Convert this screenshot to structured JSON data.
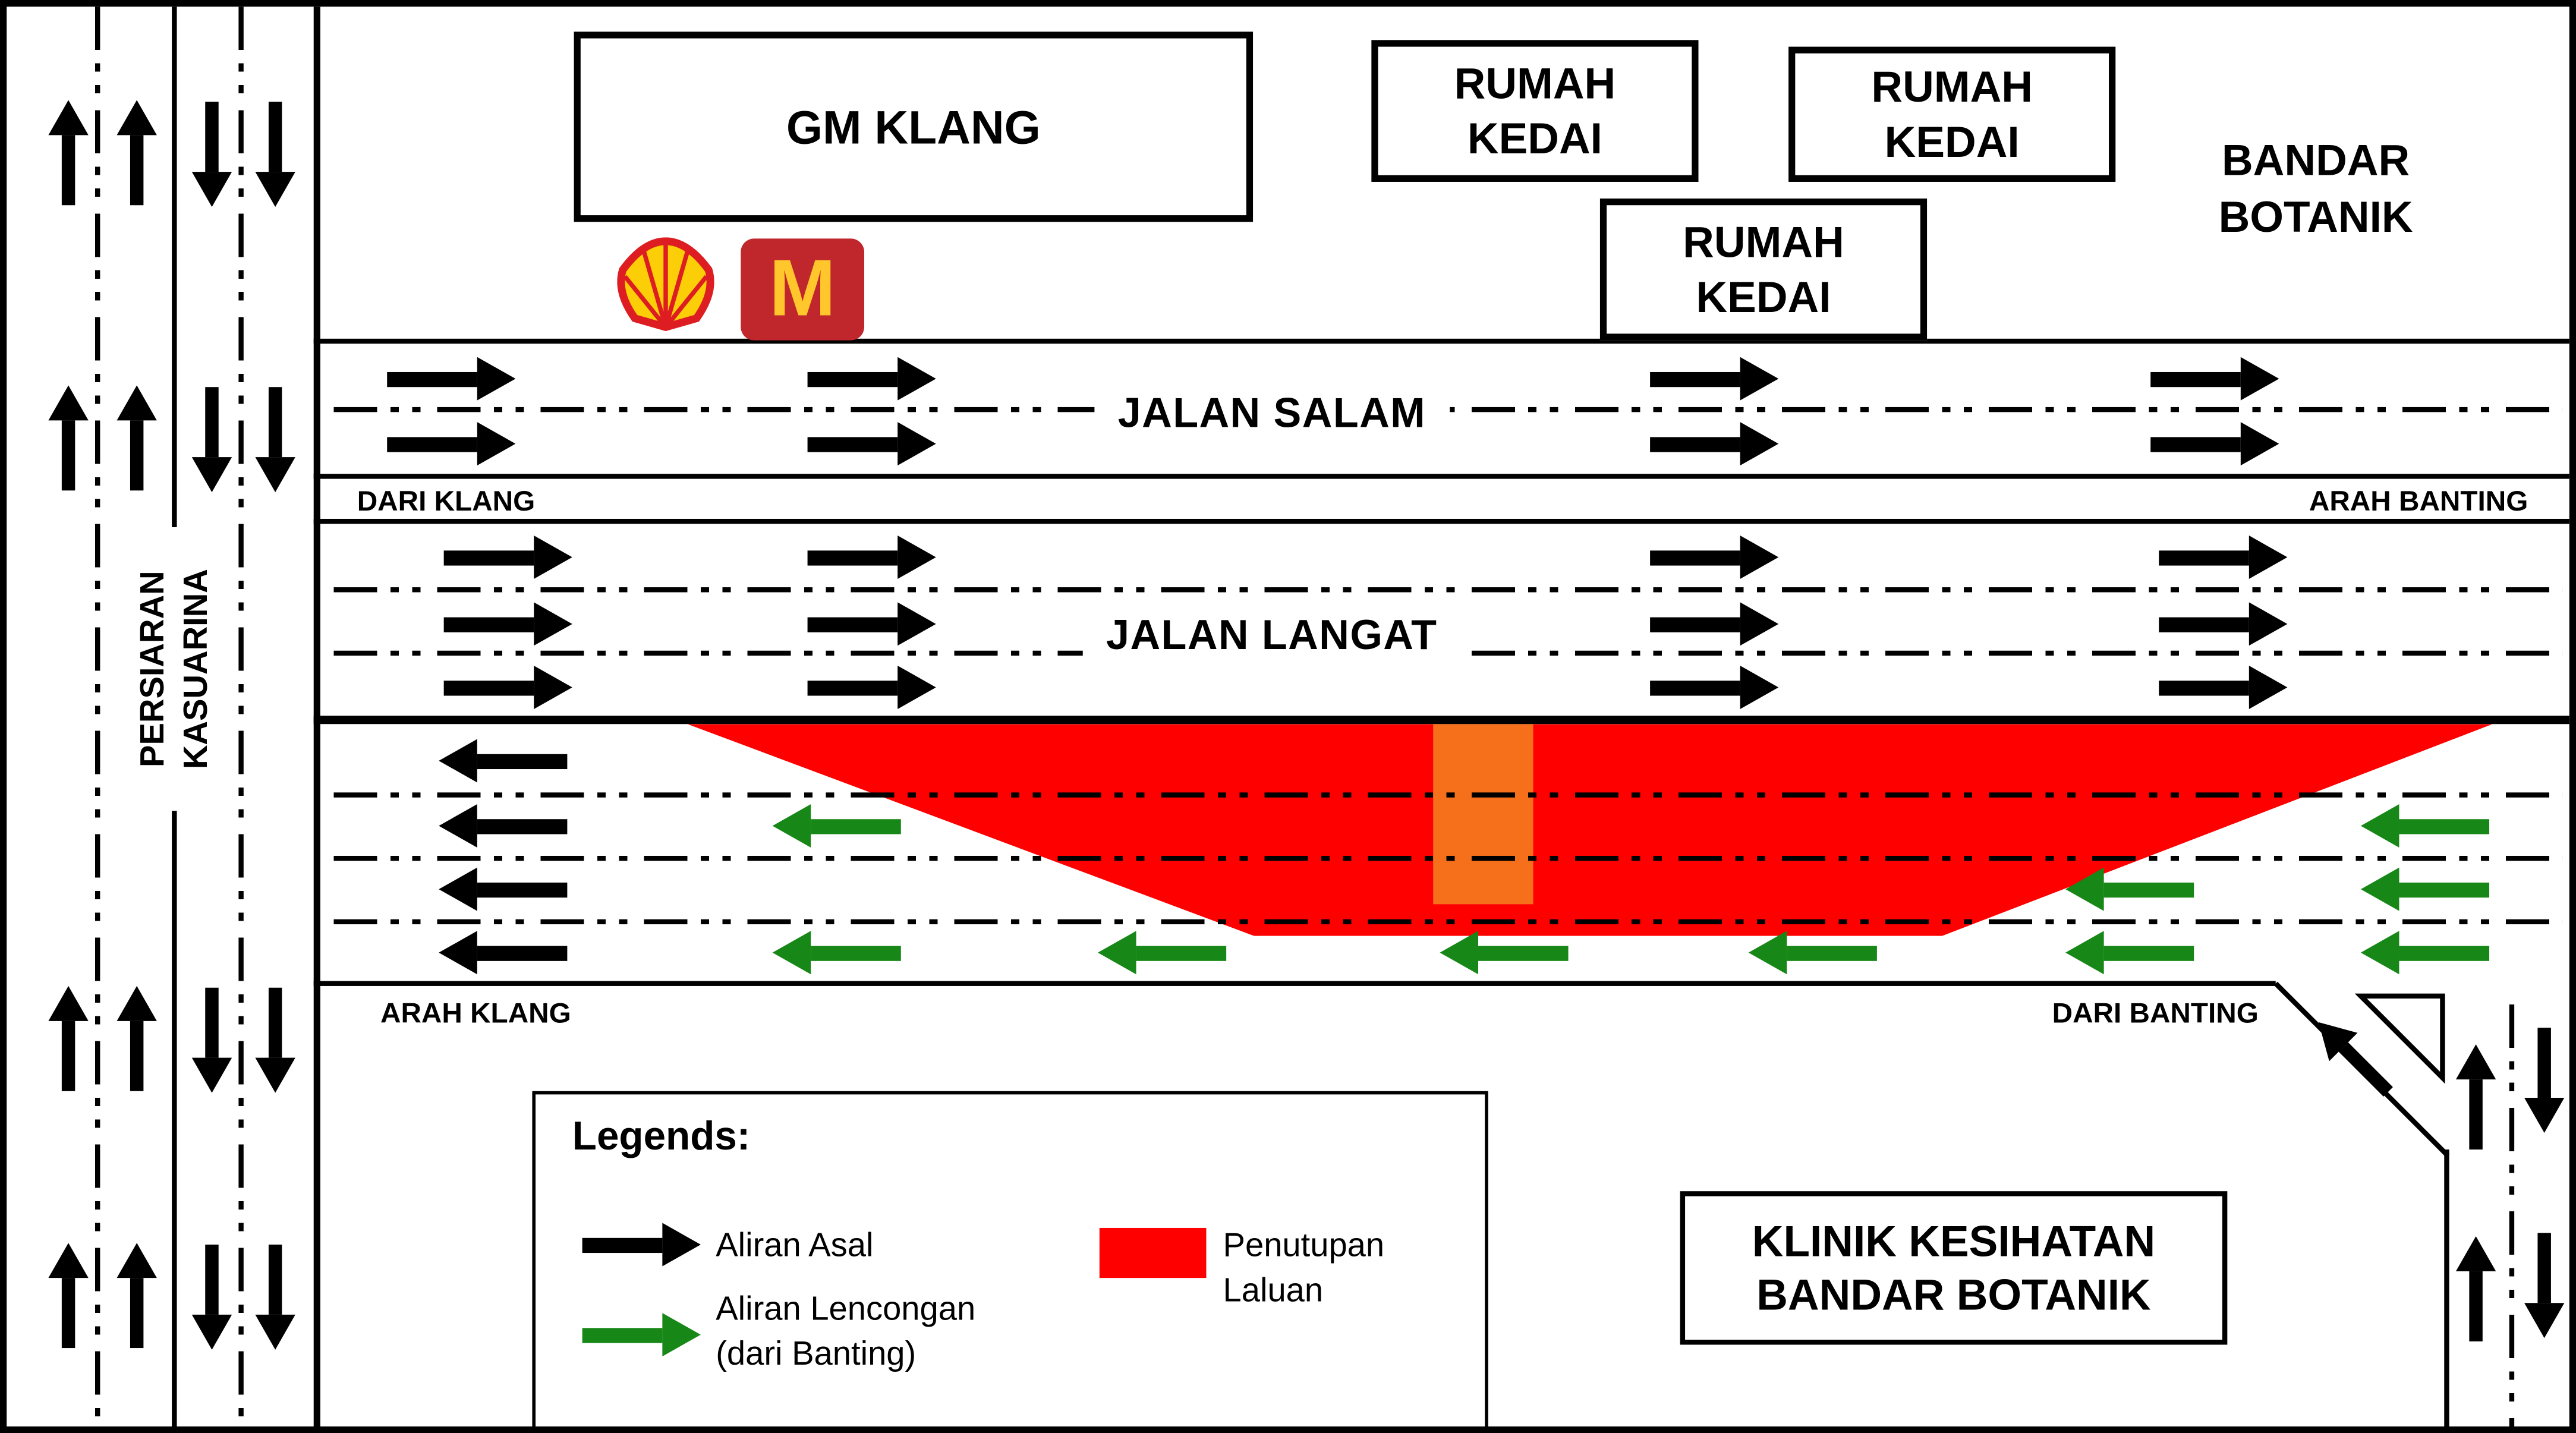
{
  "colors": {
    "original_flow": "#000000",
    "diversion_flow": "#178717",
    "closure": "#FE0000",
    "closure_highlight": "#F58220",
    "shell_red": "#DD1D21",
    "shell_yellow": "#FBCE07",
    "mcdonalds_red": "#C0272D",
    "mcdonalds_yellow": "#FFC72C"
  },
  "roads": {
    "jalan_salam": "JALAN SALAM",
    "jalan_langat": "JALAN LANGAT",
    "persiaran_kasuarina": {
      "line1": "PERSIARAN",
      "line2": "KASUARINA"
    },
    "dari_klang": "DARI KLANG",
    "arah_banting": "ARAH BANTING",
    "arah_klang": "ARAH KLANG",
    "dari_banting": "DARI BANTING"
  },
  "buildings": {
    "gm_klang": "GM KLANG",
    "rumah_kedai_top_left": {
      "line1": "RUMAH",
      "line2": "KEDAI"
    },
    "rumah_kedai_top_right": {
      "line1": "RUMAH",
      "line2": "KEDAI"
    },
    "rumah_kedai_lower": {
      "line1": "RUMAH",
      "line2": "KEDAI"
    },
    "bandar_botanik": {
      "line1": "BANDAR",
      "line2": "BOTANIK"
    },
    "klinik": {
      "line1": "KLINIK KESIHATAN",
      "line2": "BANDAR BOTANIK"
    }
  },
  "legend": {
    "title": "Legends:",
    "original": {
      "label": "Aliran Asal"
    },
    "diversion": {
      "label_line1": "Aliran Lencongan",
      "label_line2": "(dari Banting)"
    },
    "closure": {
      "label_line1": "Penutupan",
      "label_line2": "Laluan"
    }
  }
}
